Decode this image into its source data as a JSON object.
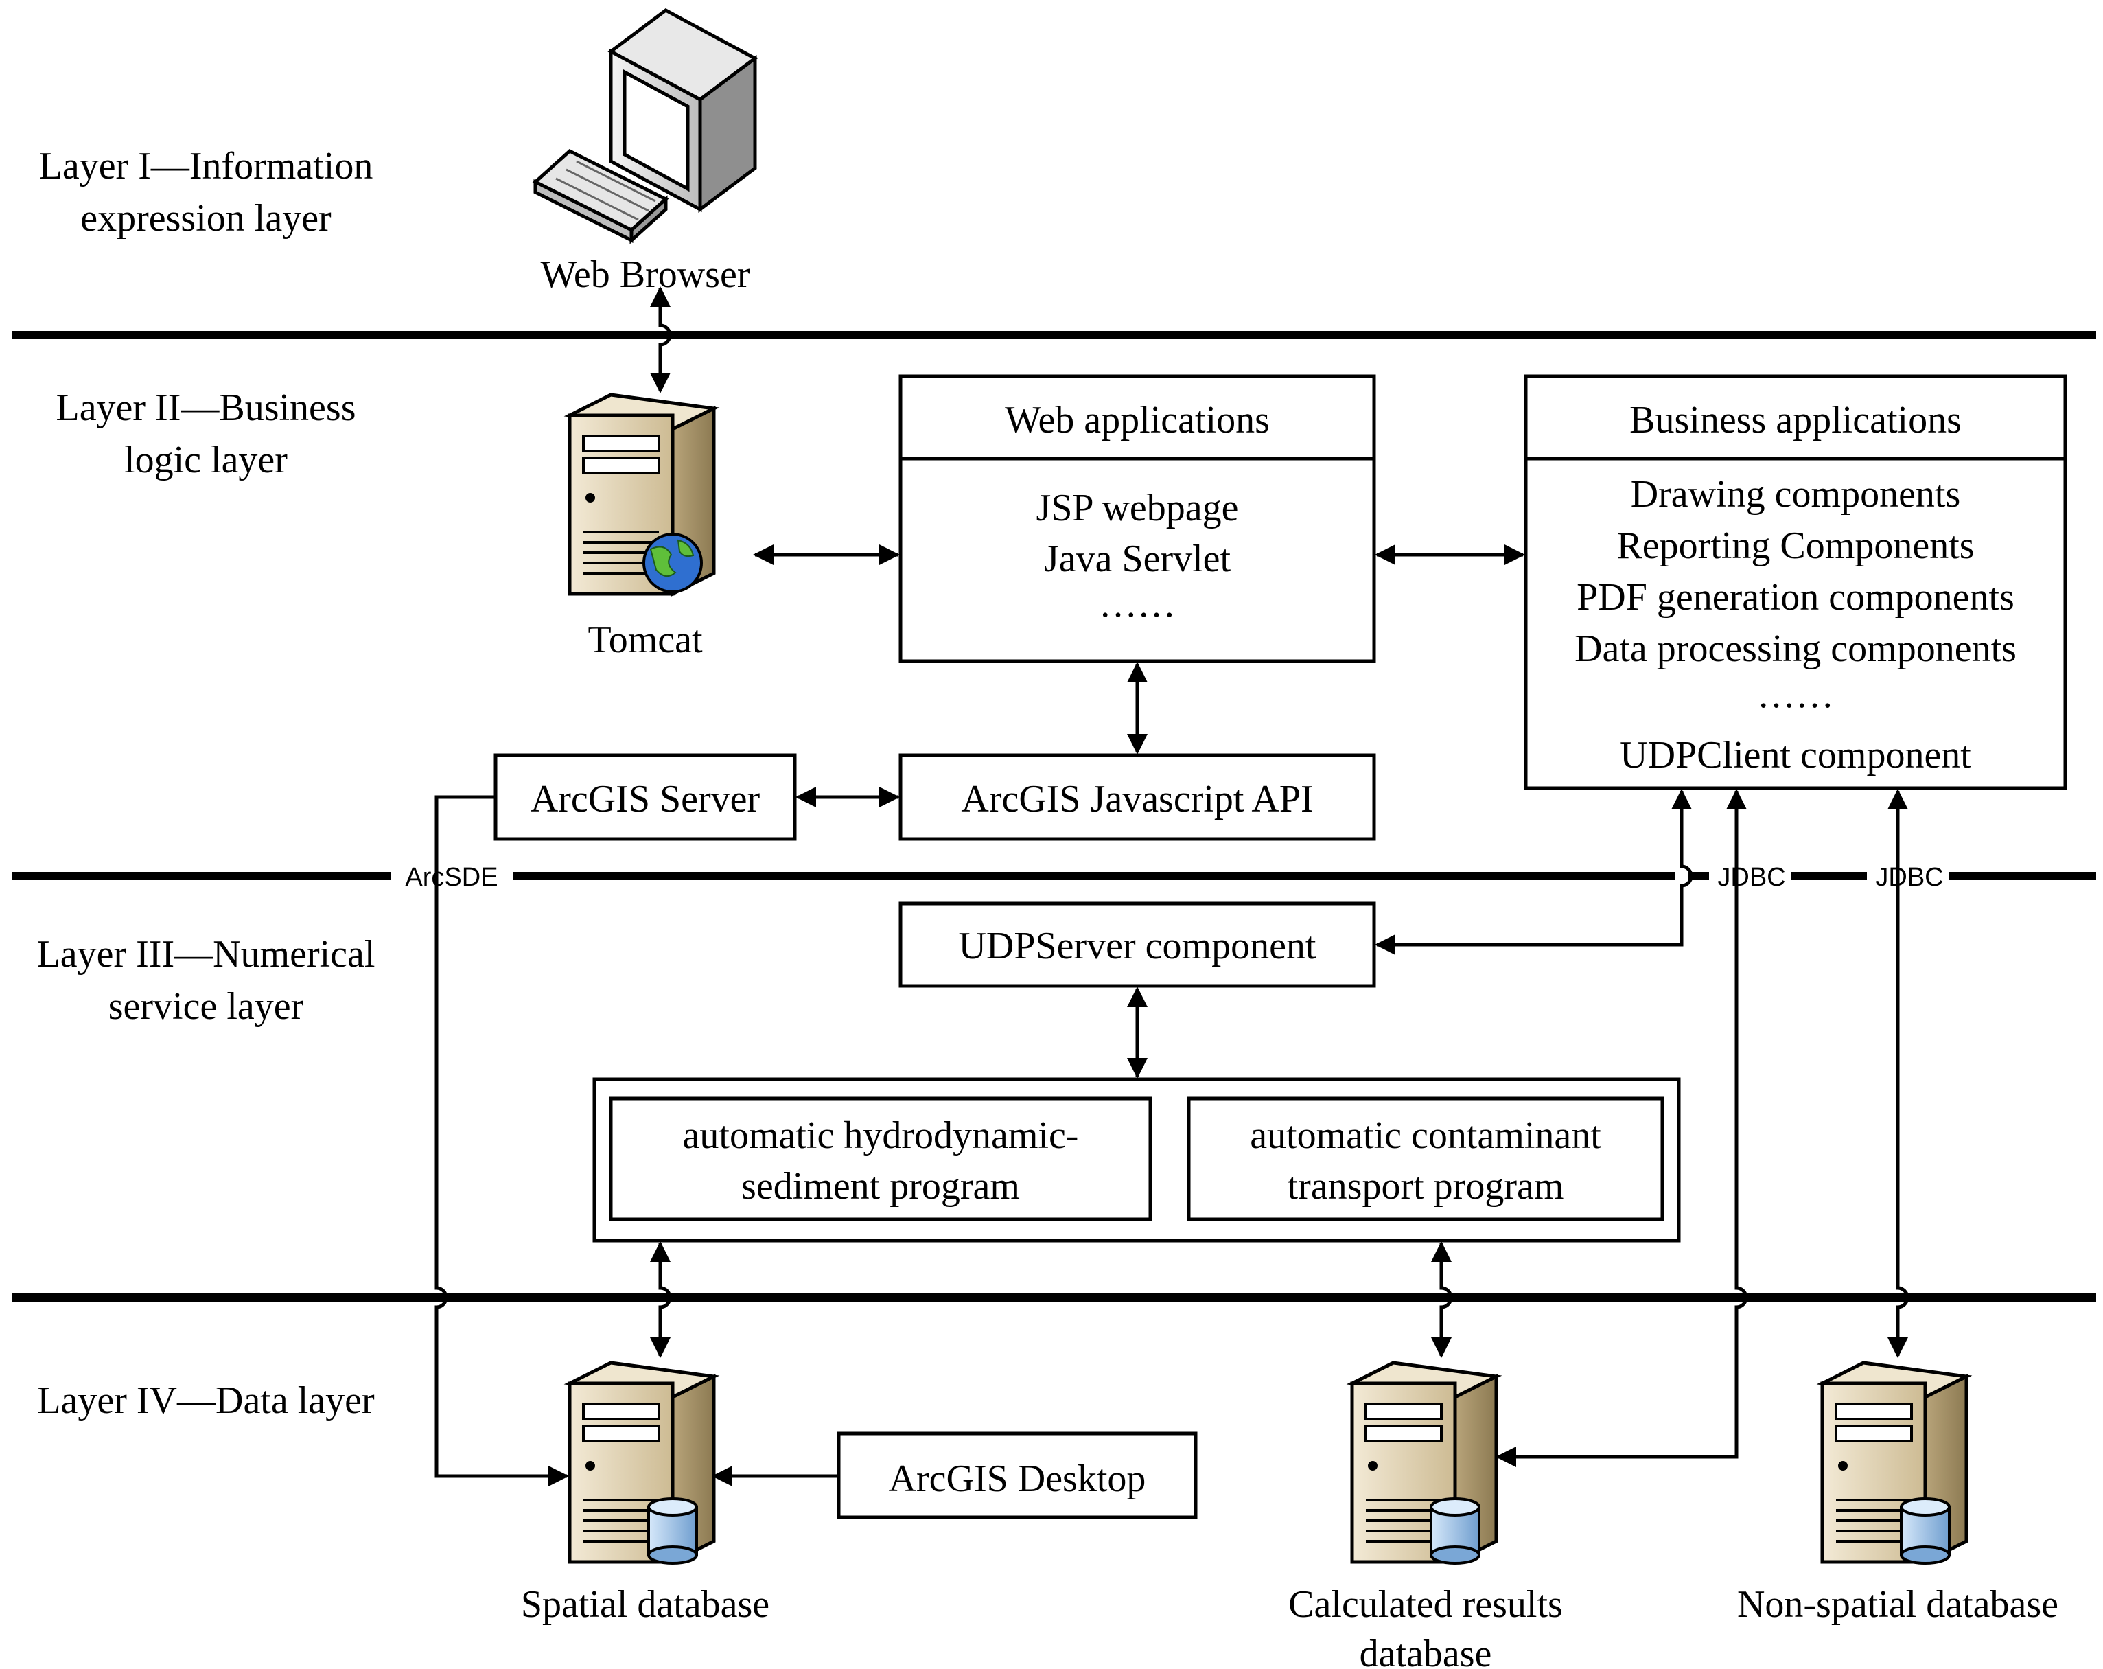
{
  "layers": [
    {
      "line1": "Layer I—Information",
      "line2": "expression layer"
    },
    {
      "line1": "Layer II—Business",
      "line2": "logic layer"
    },
    {
      "line1": "Layer III—Numerical",
      "line2": "service layer"
    },
    {
      "line1": "Layer IV—Data layer",
      "line2": ""
    }
  ],
  "nodes": {
    "web_browser": "Web Browser",
    "tomcat": "Tomcat",
    "web_apps": {
      "title": "Web applications",
      "items": [
        "JSP webpage",
        "Java Servlet",
        "……"
      ]
    },
    "business_apps": {
      "title": "Business applications",
      "items": [
        "Drawing components",
        "Reporting Components",
        "PDF generation components",
        "Data processing components",
        "……",
        "UDPClient component"
      ]
    },
    "arcgis_server": "ArcGIS Server",
    "arcgis_js_api": "ArcGIS Javascript API",
    "udpserver": "UDPServer component",
    "hydro_program": [
      "automatic hydrodynamic-",
      "sediment program"
    ],
    "contaminant_program": [
      "automatic contaminant",
      "transport program"
    ],
    "arcgis_desktop": "ArcGIS Desktop",
    "spatial_db": "Spatial database",
    "calc_db": [
      "Calculated results",
      "database"
    ],
    "nonspatial_db": "Non-spatial database"
  },
  "connector_labels": {
    "arcsde": "ArcSDE",
    "jdbc1": "JDBC",
    "jdbc2": "JDBC"
  },
  "colors": {
    "line": "#000000",
    "server_body": "#e6dac0",
    "db_cylinder": "#a8c8e8",
    "globe": "#2f6fd0"
  }
}
